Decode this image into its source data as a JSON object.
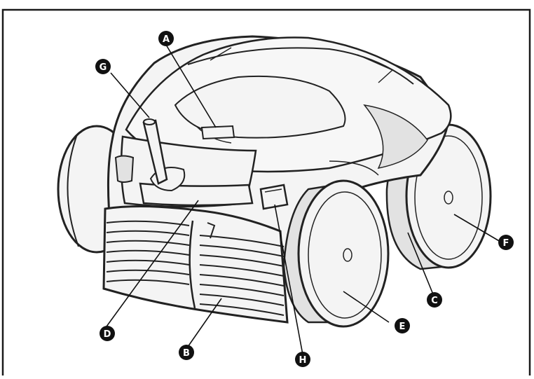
{
  "figure": {
    "border_color": "#1a1a1a",
    "stroke_color": "#222222",
    "body_fill": "#f4f4f4",
    "shade_fill": "#e2e2e2",
    "callout_fill": "#111111",
    "callout_text_color": "#ffffff"
  },
  "callouts": [
    {
      "id": "A",
      "letter": "A"
    },
    {
      "id": "B",
      "letter": "B"
    },
    {
      "id": "C",
      "letter": "C"
    },
    {
      "id": "D",
      "letter": "D"
    },
    {
      "id": "E",
      "letter": "E"
    },
    {
      "id": "F",
      "letter": "F"
    },
    {
      "id": "G",
      "letter": "G"
    },
    {
      "id": "H",
      "letter": "H"
    }
  ]
}
